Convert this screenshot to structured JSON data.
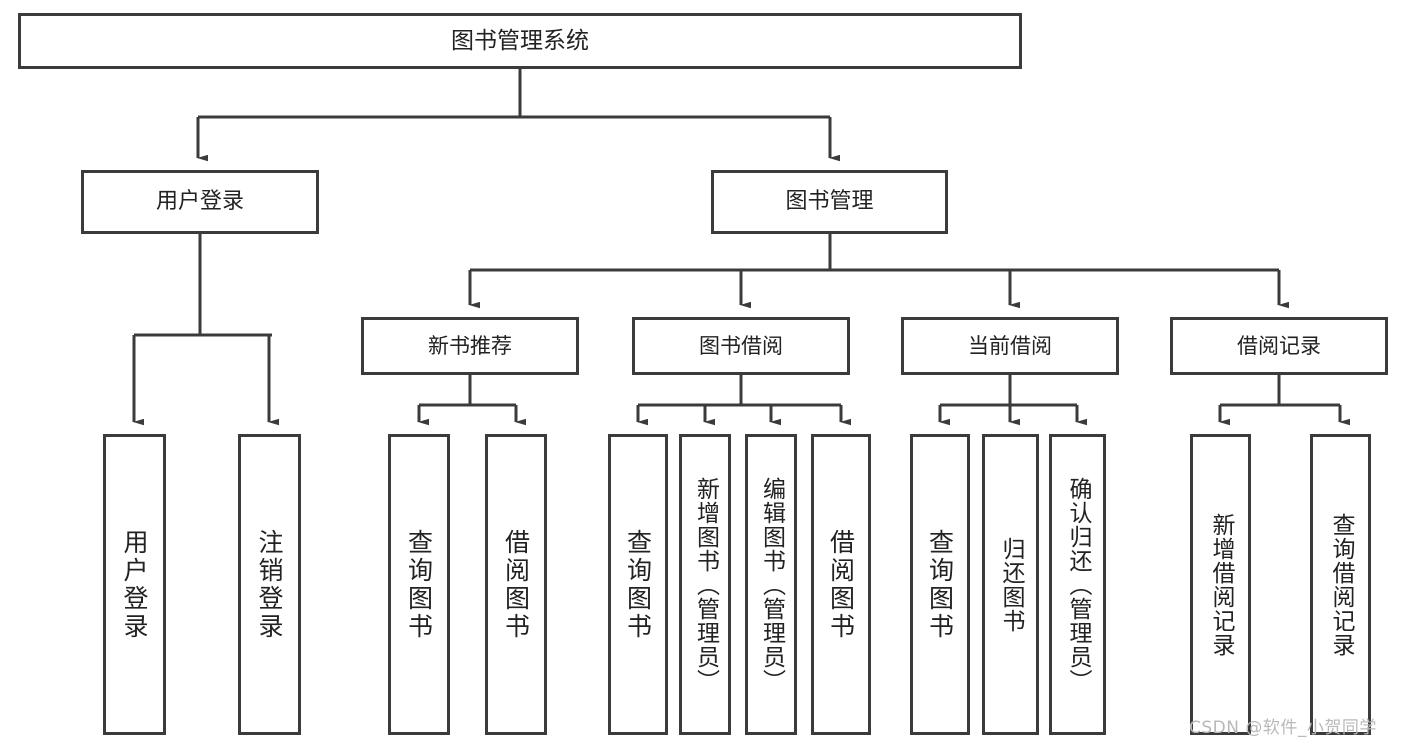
{
  "diagram": {
    "title": "图书管理系统",
    "type": "hierarchy-tree",
    "colors": {
      "border": "#3b3b3b",
      "fill": "#ffffff",
      "text": "#222222",
      "edge": "#3b3b3b",
      "watermark": "#b9b9b9"
    },
    "root": {
      "label": "图书管理系统"
    },
    "level2": [
      {
        "label": "用户登录"
      },
      {
        "label": "图书管理"
      }
    ],
    "level3": [
      {
        "label": "新书推荐"
      },
      {
        "label": "图书借阅"
      },
      {
        "label": "当前借阅"
      },
      {
        "label": "借阅记录"
      }
    ],
    "leaves": {
      "user_login": [
        {
          "label": "用户登录"
        },
        {
          "label": "注销登录"
        }
      ],
      "new_book_rec": [
        {
          "label": "查询图书"
        },
        {
          "label": "借阅图书"
        }
      ],
      "book_borrow": [
        {
          "label": "查询图书"
        },
        {
          "label": "新增图书（管理员）"
        },
        {
          "label": "编辑图书（管理员）"
        },
        {
          "label": "借阅图书"
        }
      ],
      "current_loan": [
        {
          "label": "查询图书"
        },
        {
          "label": "归还图书"
        },
        {
          "label": "确认归还（管理员）"
        }
      ],
      "loan_record": [
        {
          "label": "新增借阅记录"
        },
        {
          "label": "查询借阅记录"
        }
      ]
    }
  },
  "watermark": {
    "text": "CSDN @软件_小贺同学"
  }
}
